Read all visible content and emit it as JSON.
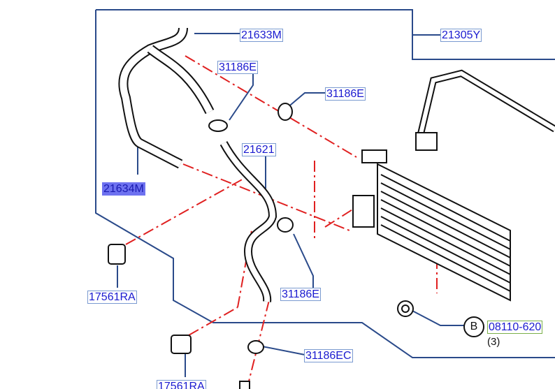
{
  "callouts": [
    {
      "id": "21633M",
      "label": "21633M"
    },
    {
      "id": "31186E-a",
      "label": "31186E"
    },
    {
      "id": "31186E-b",
      "label": "31186E"
    },
    {
      "id": "21621",
      "label": "21621"
    },
    {
      "id": "21634M",
      "label": "21634M",
      "selected": true
    },
    {
      "id": "21305Y",
      "label": "21305Y"
    },
    {
      "id": "17561RA-a",
      "label": "17561RA"
    },
    {
      "id": "31186E-c",
      "label": "31186E"
    },
    {
      "id": "31186EC",
      "label": "31186EC"
    },
    {
      "id": "17561RA-b",
      "label": "17561RA"
    },
    {
      "id": "08110-620",
      "label": "08110-620"
    }
  ],
  "bolt_marker": "B",
  "bolt_quantity": "(3)",
  "colors": {
    "leader": "#2a4a8a",
    "dash": "#e02020",
    "label_text": "#1a1ad0",
    "highlight": "#6e72f0"
  }
}
